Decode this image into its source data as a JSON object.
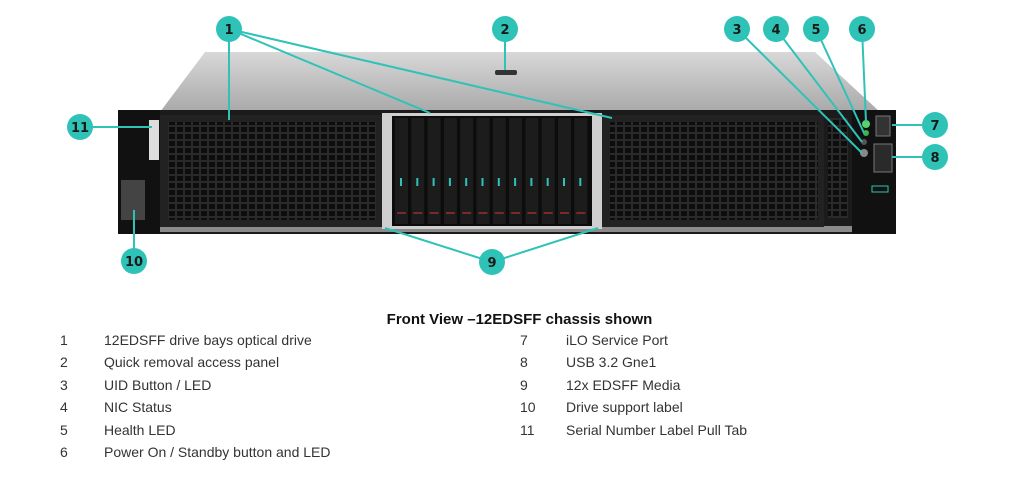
{
  "figure": {
    "callouts": [
      "1",
      "2",
      "3",
      "4",
      "5",
      "6",
      "7",
      "8",
      "9",
      "10",
      "11"
    ],
    "callout_color": "#2fc3b8"
  },
  "caption": "Front View –12EDSFF chassis shown",
  "legend": {
    "left": [
      {
        "num": "1",
        "label": "12EDSFF drive bays optical drive"
      },
      {
        "num": "2",
        "label": "Quick removal access panel"
      },
      {
        "num": "3",
        "label": "UID Button / LED"
      },
      {
        "num": "4",
        "label": "NIC Status"
      },
      {
        "num": "5",
        "label": "Health LED"
      },
      {
        "num": "6",
        "label": "Power On / Standby button and LED"
      }
    ],
    "right": [
      {
        "num": "7",
        "label": "iLO Service Port"
      },
      {
        "num": "8",
        "label": "USB 3.2 Gne1"
      },
      {
        "num": "9",
        "label": "12x EDSFF Media"
      },
      {
        "num": "10",
        "label": "Drive support label"
      },
      {
        "num": "11",
        "label": "Serial Number Label Pull Tab"
      }
    ]
  }
}
